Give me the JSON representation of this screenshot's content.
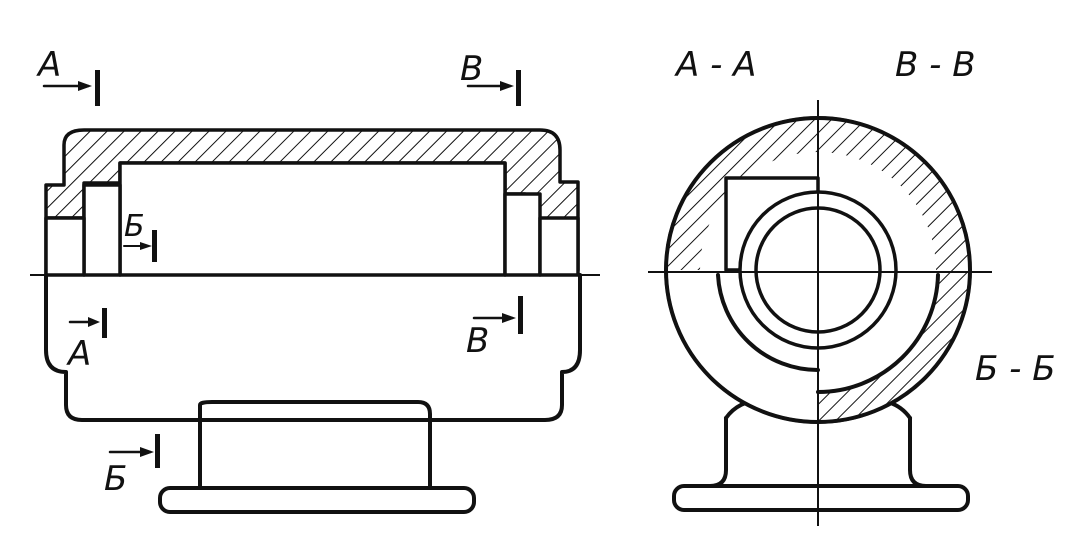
{
  "labels": {
    "left_a_top": "A",
    "left_b_top": "B",
    "left_b_small": "Б",
    "left_a_bottom": "A",
    "left_b_bottom": "B",
    "left_b_base": "Б",
    "section_aa": "A - A",
    "section_bb": "B - B",
    "section_bb2": "Б - Б"
  },
  "colors": {
    "ink": "#111111",
    "paper": "#ffffff"
  }
}
